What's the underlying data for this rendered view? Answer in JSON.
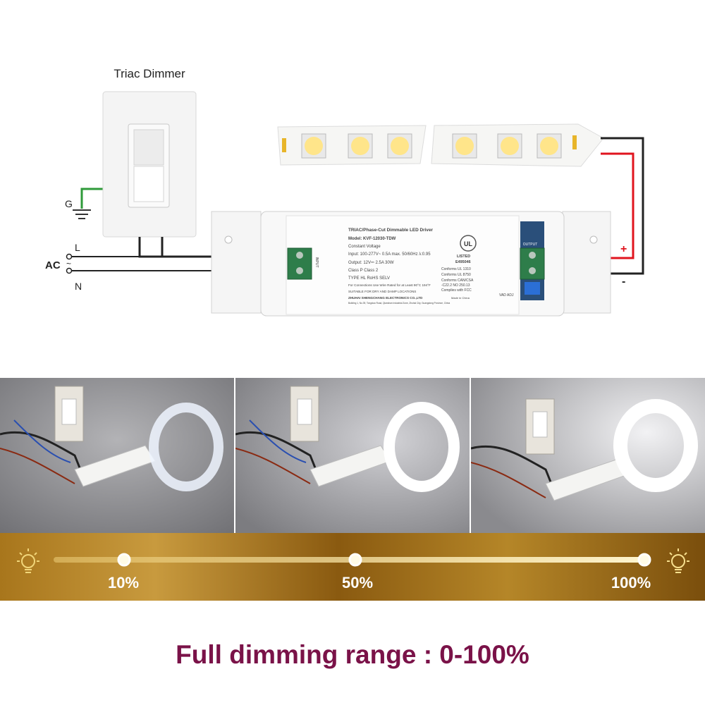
{
  "diagram": {
    "dimmer_label": "Triac Dimmer",
    "ground_label": "G",
    "ac_label": "AC",
    "line_label": "L",
    "neutral_label": "N",
    "plus_label": "+",
    "minus_label": "-",
    "driver": {
      "title": "TRIAC/Phase-Cut Dimmable LED Driver",
      "model": "Model: KVF-12030-TDW",
      "constant": "Constant Voltage",
      "input": "Input: 100-277V~ 0.5A max. 50/60Hz λ:0.95",
      "output": "Output: 12V⎓ 2.5A 30W",
      "class": "Class P     Class 2",
      "type": "TYPE HL   RoHS   SELV",
      "note": "For Connections Use Wire Rated for at Least 90°C 194°F",
      "locations": "SUITABLE FOR DRY AND DAMP LOCATIONS",
      "maker": "ZHUHAI SHENGCHANG ELECTRONICS CO.,LTD",
      "address": "Building 1, No.39, Tongxiao Road, Qianshan Industrial Zone, Zhuhai City, Guangdong Province, China",
      "origin": "Made in China",
      "listed": "LISTED",
      "file": "E495046",
      "c1": "Conforms UL 1310",
      "c2": "Conforms UL 8750",
      "c3": "Conforms CAN/CSA",
      "c4": "-C22.2 NO 250.13",
      "c5": "Complies with FCC",
      "input_tag": "INPUT",
      "output_tag": "OUTPUT",
      "adj_tag": "VAD ADJ"
    }
  },
  "scale": {
    "left_label": "10%",
    "mid_label": "50%",
    "right_label": "100%",
    "levels": [
      0.1,
      0.5,
      1.0
    ]
  },
  "headline": "Full dimming range : 0-100%",
  "colors": {
    "headline": "#7a1248",
    "wire_red": "#e0141e",
    "wire_green": "#2f9a3a",
    "terminal_green": "#2e7d4a",
    "band_gold": "#b58628"
  }
}
